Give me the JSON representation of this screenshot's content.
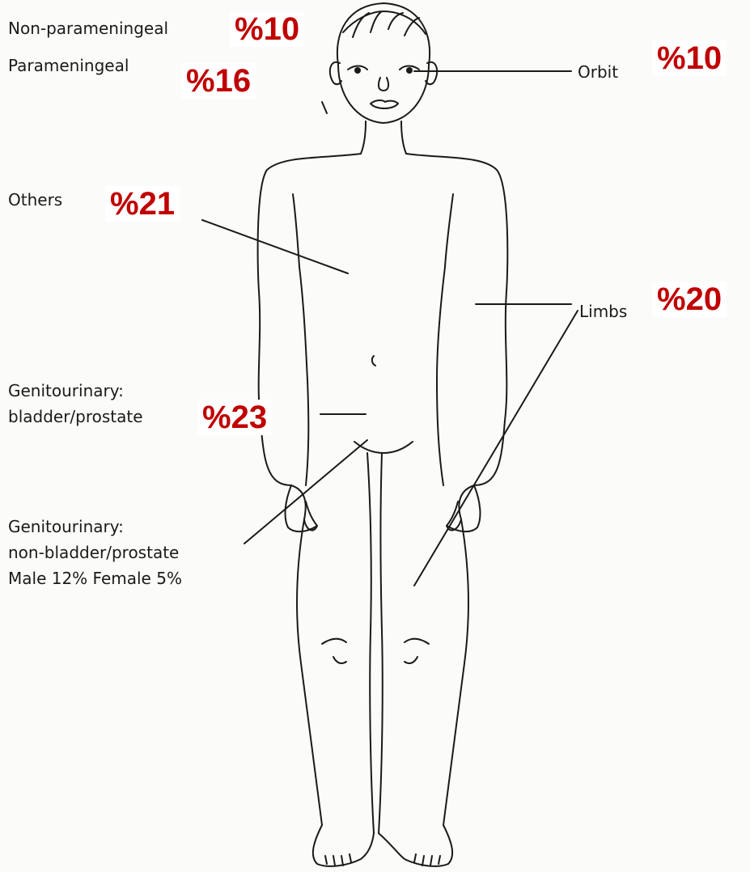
{
  "labels": {
    "non_parameningeal": "Non-parameningeal",
    "parameningeal": "Parameningeal",
    "orbit": "Orbit",
    "others": "Others",
    "limbs": "Limbs",
    "gu_bladder_1": "Genitourinary:",
    "gu_bladder_2": "bladder/prostate",
    "gu_non_1": "Genitourinary:",
    "gu_non_2": "non-bladder/prostate",
    "gu_non_3": "Male 12% Female 5%"
  },
  "percentages": {
    "non_parameningeal": "%10",
    "parameningeal": "%16",
    "orbit": "%10",
    "others": "%21",
    "limbs": "%20",
    "gu_bladder": "%23"
  },
  "colors": {
    "percent_text": "#c00000",
    "line_art": "#1a1a1a"
  }
}
